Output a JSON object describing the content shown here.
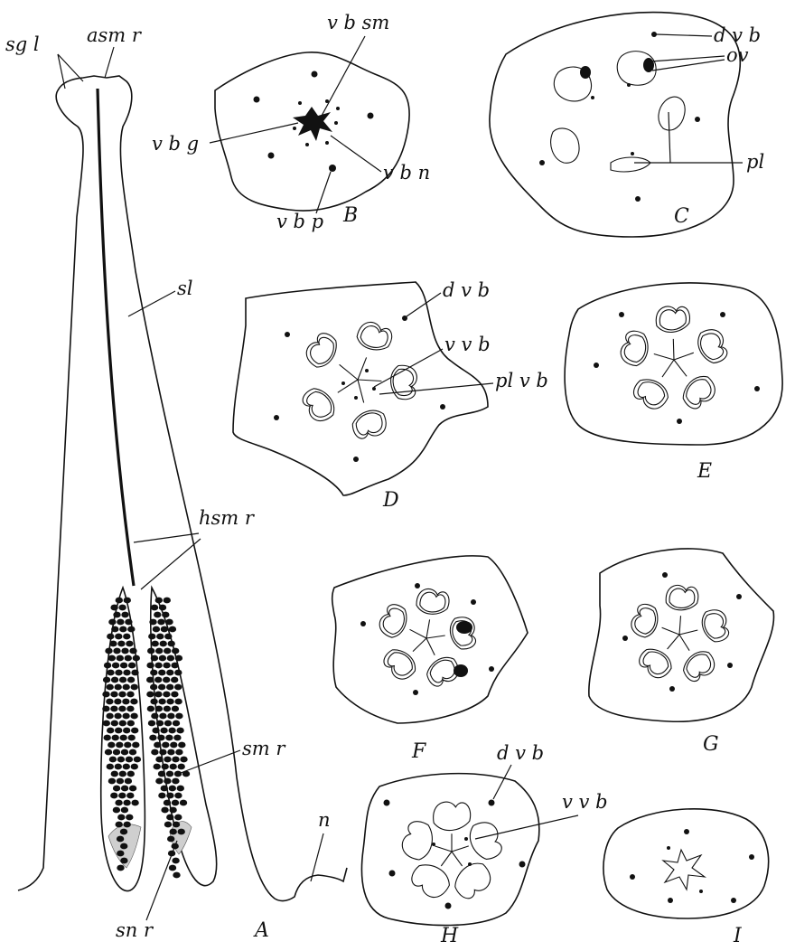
{
  "labels": {
    "sgl": "sg l",
    "asmr": "asm r",
    "sl": "sl",
    "hsmr": "hsm r",
    "smr": "sm r",
    "snr": "sn r",
    "n": "n",
    "vbsm": "v b sm",
    "vbg": "v b g",
    "vbn": "v b n",
    "vbp": "v b p",
    "dvb": "d v b",
    "ov": "ov",
    "pl": "pl",
    "vvb": "v v b",
    "plvb": "pl v b"
  },
  "panels": {
    "A": "A",
    "B": "B",
    "C": "C",
    "D": "D",
    "E": "E",
    "F": "F",
    "G": "G",
    "H": "H",
    "I": "I"
  }
}
